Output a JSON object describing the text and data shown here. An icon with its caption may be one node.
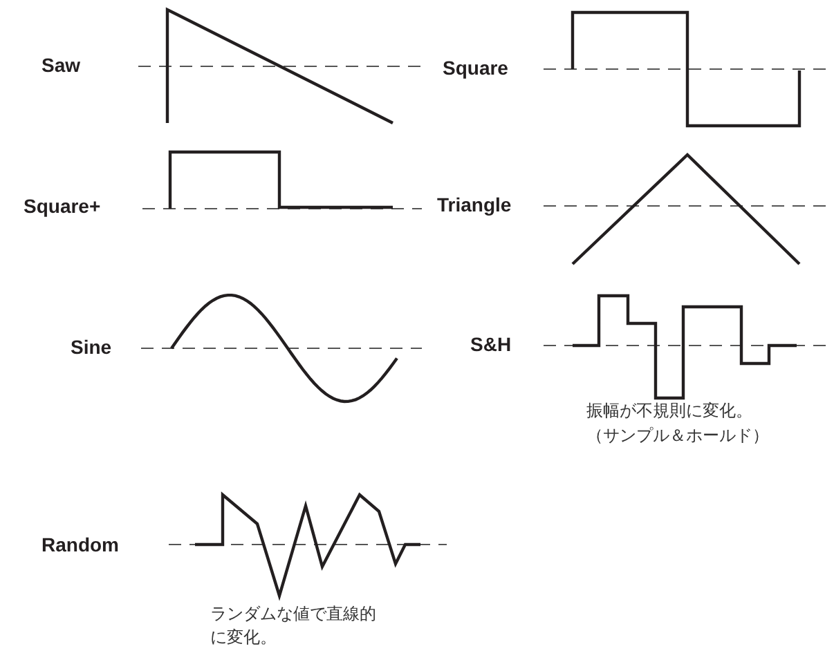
{
  "diagram": {
    "labels": [
      "Saw",
      "Square",
      "Square+",
      "Triangle",
      "Sine",
      "S&H",
      "振幅が不規則に変化。",
      "（サンプル＆ホールド）",
      "Random",
      "ランダムな値で直線的に変化。"
    ]
  }
}
